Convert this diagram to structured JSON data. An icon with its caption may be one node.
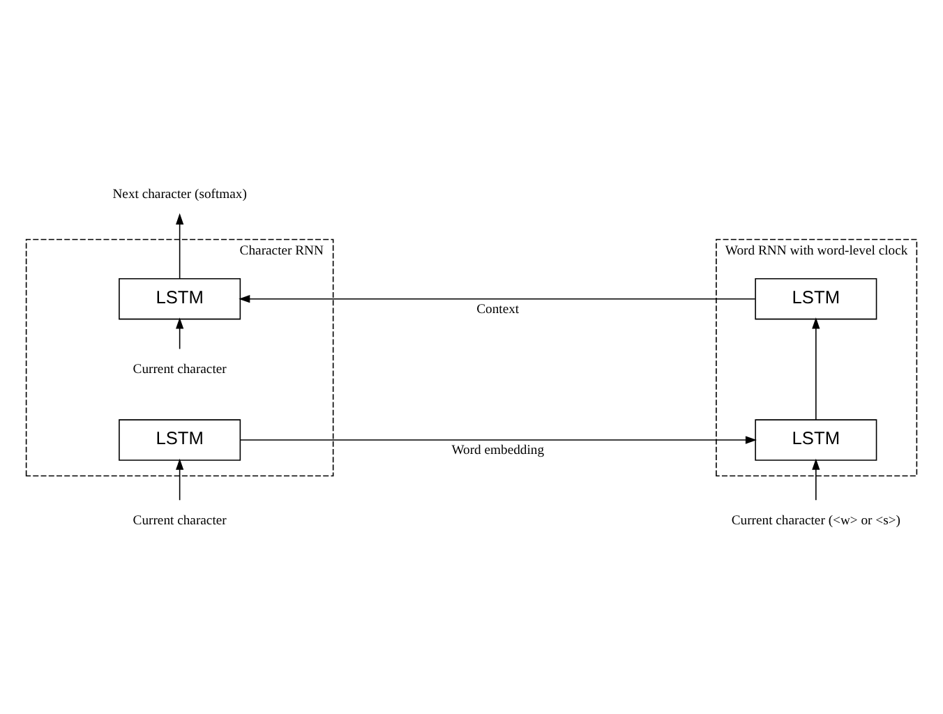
{
  "diagram": {
    "nodes": [
      {
        "text": [
          "Character RNN"
        ]
      },
      {
        "text": [
          "LSTM"
        ],
        "in": 0
      },
      {
        "text": [
          "Current character"
        ],
        "in": 0
      },
      {
        "text": [
          "LSTM"
        ],
        "in": 0
      },
      {
        "text": [
          "Word RNN with word-level clock"
        ]
      },
      {
        "text": [
          "LSTM"
        ],
        "in": 4
      },
      {
        "text": [
          "LSTM"
        ],
        "in": 4
      },
      {
        "text": [
          "Next character (softmax)"
        ]
      },
      {
        "text": [
          "Current character"
        ]
      },
      {
        "text": [
          "Current character (<w> or <s>)"
        ]
      }
    ],
    "edges": [
      {
        "from": 1,
        "to": 7,
        "arrow": "to"
      },
      {
        "from": 2,
        "to": 1,
        "arrow": "to"
      },
      {
        "from": 8,
        "to": 3,
        "arrow": "to"
      },
      {
        "from": 3,
        "to": 6,
        "arrow": "to",
        "label": "Word embedding"
      },
      {
        "from": 5,
        "to": 1,
        "arrow": "to",
        "label": "Context"
      },
      {
        "from": 6,
        "to": 5,
        "arrow": "to"
      },
      {
        "from": 9,
        "to": 6,
        "arrow": "to"
      }
    ]
  }
}
